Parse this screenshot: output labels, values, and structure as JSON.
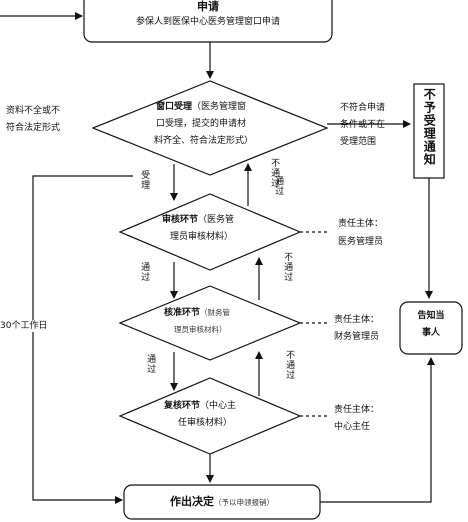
{
  "apply": {
    "title": "申请",
    "desc": "参保人到医保中心医务管理窗口申请"
  },
  "window": {
    "title": "窗口受理",
    "desc_1": "（医务管理窗",
    "desc_2": "口受理，提交的申请材",
    "desc_3": "料齐全、符合法定形式）"
  },
  "left_note": {
    "line1": "资料不全或不",
    "line2": "符合法定形式"
  },
  "right_note": {
    "line1": "不符合申请",
    "line2": "条件或不在",
    "line3": "受理范围"
  },
  "reject_notice": "不予受理通知",
  "accept_label": "受理",
  "review": {
    "title": "审核环节",
    "desc_1": "（医务管",
    "desc_2": "理员审核材料）"
  },
  "approve": {
    "title": "核准环节",
    "desc_1": "（财务管",
    "desc_2": "理员审核材料）"
  },
  "recheck": {
    "title": "复核环节",
    "desc_1": "（中心主",
    "desc_2": "任审核材料）"
  },
  "pass_label": "通过",
  "fail_label": "不通过",
  "responsible": {
    "review": {
      "line1": "责任主体：",
      "line2": "医务管理员"
    },
    "approve": {
      "line1": "责任主体：",
      "line2": "财务管理员"
    },
    "recheck": {
      "line1": "责任主体：",
      "line2": "中心主任"
    }
  },
  "time_limit": "30个工作日",
  "decision": {
    "title": "作出决定",
    "desc": "（予以申领报销）"
  },
  "notify": {
    "line1": "告知当",
    "line2": "事人"
  }
}
